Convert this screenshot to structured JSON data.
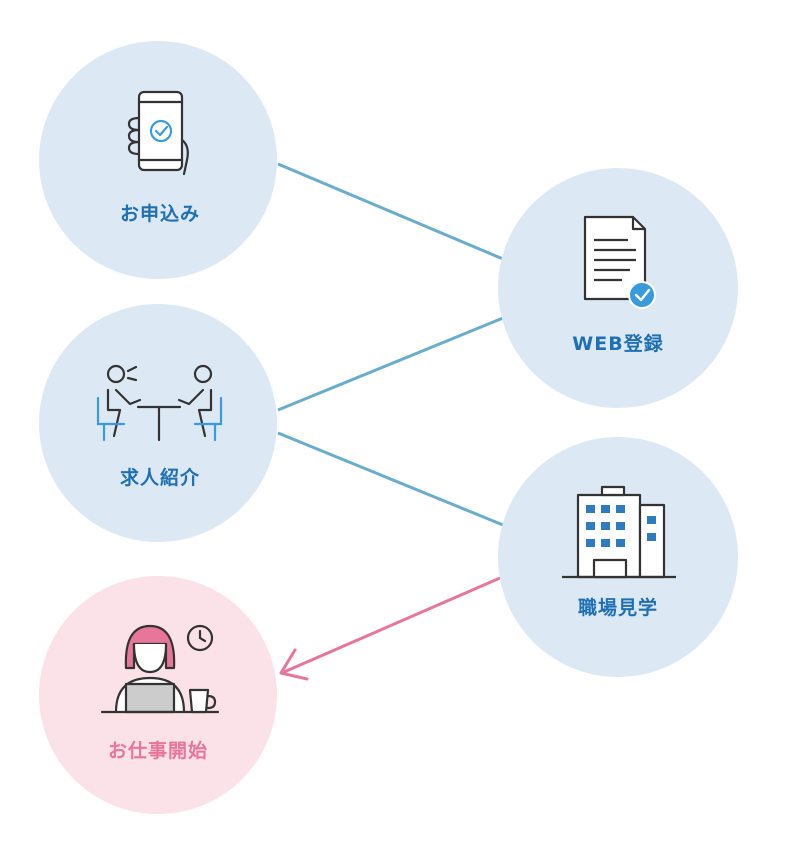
{
  "steps": [
    {
      "key": "apply",
      "label": "お申込み"
    },
    {
      "key": "web",
      "label": "WEB登録"
    },
    {
      "key": "intro",
      "label": "求人紹介"
    },
    {
      "key": "visit",
      "label": "職場見学"
    },
    {
      "key": "start",
      "label": "お仕事開始"
    }
  ],
  "colors": {
    "circle_blue": "#dce9f5",
    "circle_pink": "#fbe1e8",
    "line_blue": "#6aaccb",
    "line_pink": "#e8759a",
    "text_blue": "#1f6fb5",
    "text_pink": "#e8759a",
    "icon_dark": "#333333",
    "icon_accent": "#3a9bdc"
  }
}
